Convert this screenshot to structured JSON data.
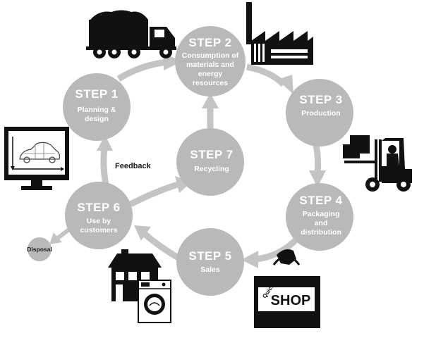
{
  "steps": [
    {
      "id": 1,
      "title": "STEP 1",
      "lines": [
        "Planning &",
        "design"
      ]
    },
    {
      "id": 2,
      "title": "STEP 2",
      "lines": [
        "Consumption of",
        "materials and",
        "energy",
        "resources"
      ]
    },
    {
      "id": 3,
      "title": "STEP 3",
      "lines": [
        "Production"
      ]
    },
    {
      "id": 4,
      "title": "STEP 4",
      "lines": [
        "Packaging",
        "and",
        "distribution"
      ]
    },
    {
      "id": 5,
      "title": "STEP 5",
      "lines": [
        "Sales"
      ]
    },
    {
      "id": 6,
      "title": "STEP 6",
      "lines": [
        "Use by",
        "customers"
      ]
    },
    {
      "id": 7,
      "title": "STEP 7",
      "lines": [
        "Recycling"
      ]
    }
  ],
  "labels": {
    "feedback": "Feedback",
    "disposal": "Disposal",
    "shop_sign": "SHOP",
    "shop_brand": "Quick"
  },
  "colors": {
    "circle": "#b9b9b9",
    "arrow": "#c4c4c4",
    "icon": "#111111"
  },
  "icons": [
    "truck-icon",
    "factory-icon",
    "forklift-icon",
    "shopping-bag-icon",
    "house-icon",
    "washing-machine-icon",
    "computer-monitor-icon"
  ]
}
